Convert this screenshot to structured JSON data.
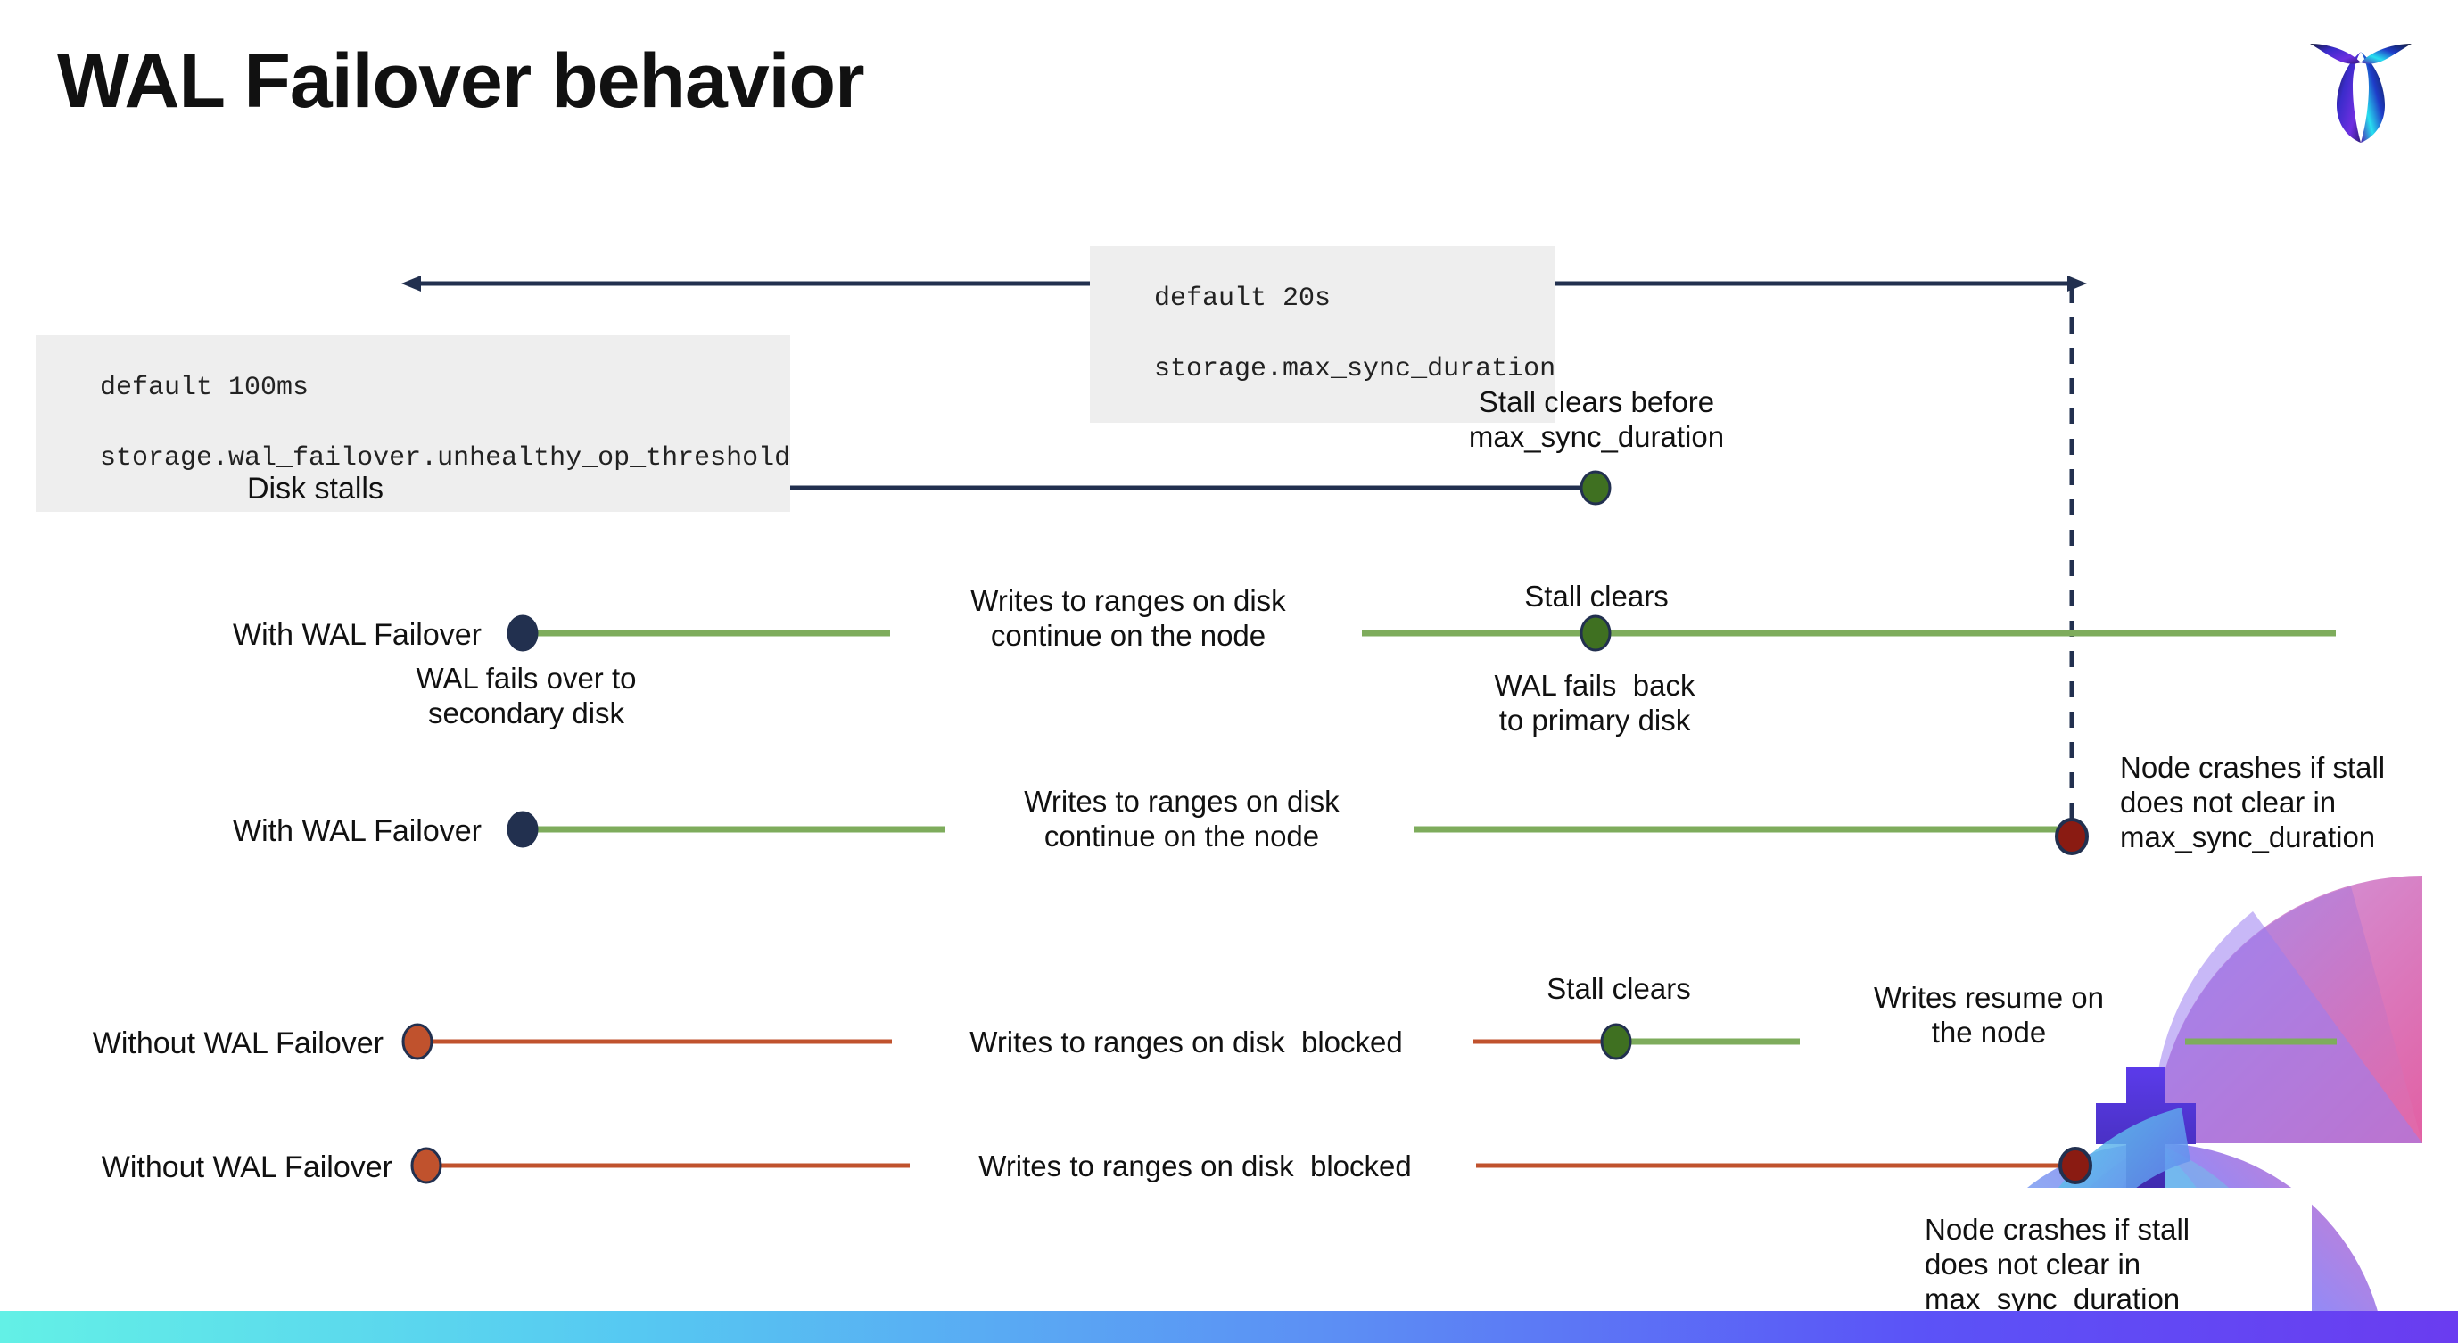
{
  "slide": {
    "title": "WAL Failover behavior",
    "logo_name": "cockroachdb-logo"
  },
  "annotations": {
    "max_sync": {
      "line1": "default 20s",
      "line2": "storage.max_sync_duration"
    },
    "unhealthy": {
      "line1": "default 100ms",
      "line2": "storage.wal_failover.unhealthy_op_threshold"
    }
  },
  "rows": [
    {
      "name": "disk-stalls",
      "label": "Disk stalls",
      "note_above": "Stall clears before\nmax_sync_duration"
    },
    {
      "name": "with-wal-failover-clears",
      "label": "With WAL Failover",
      "note_mid": "Writes to ranges on disk\ncontinue on the node",
      "note_start": "WAL fails over to\nsecondary disk",
      "note_clear": "Stall clears",
      "note_back": "WAL fails  back\nto primary disk"
    },
    {
      "name": "with-wal-failover-crash",
      "label": "With WAL Failover",
      "note_mid": "Writes to ranges on disk\ncontinue on the node",
      "note_crash": "Node crashes if stall\ndoes not clear in\nmax_sync_duration"
    },
    {
      "name": "without-wal-failover-clears",
      "label": "Without WAL Failover",
      "note_mid": "Writes to ranges on disk  blocked",
      "note_clear": "Stall clears",
      "note_resume": "Writes resume on\nthe node"
    },
    {
      "name": "without-wal-failover-crash",
      "label": "Without WAL Failover",
      "note_mid": "Writes to ranges on disk  blocked",
      "note_crash": "Node crashes if stall\ndoes not clear in\nmax_sync_duration"
    }
  ],
  "colors": {
    "navy": "#22304F",
    "orange": "#C0522D",
    "green_dot": "#3F7021",
    "green_line": "#7EAC5C",
    "dark_red": "#8A1B12",
    "chip_bg": "#EEEEEE",
    "bar_start": "#63F0E6",
    "bar_end": "#6A3CF0"
  }
}
